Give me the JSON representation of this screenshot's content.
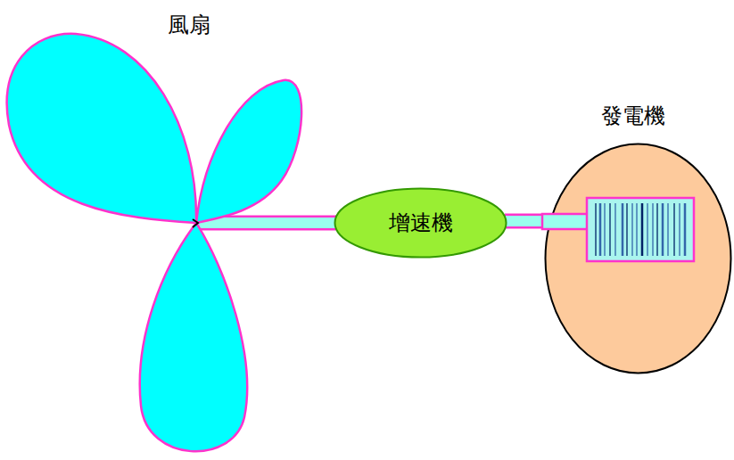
{
  "diagram": {
    "nodes": [
      {
        "text": [
          "風扇"
        ]
      },
      {
        "text": [
          "增速機"
        ]
      },
      {
        "text": [
          "發電機"
        ]
      }
    ],
    "edges": [
      {
        "from": 0,
        "to": 1,
        "arrow": "none"
      },
      {
        "from": 1,
        "to": 2,
        "arrow": "none"
      }
    ]
  }
}
